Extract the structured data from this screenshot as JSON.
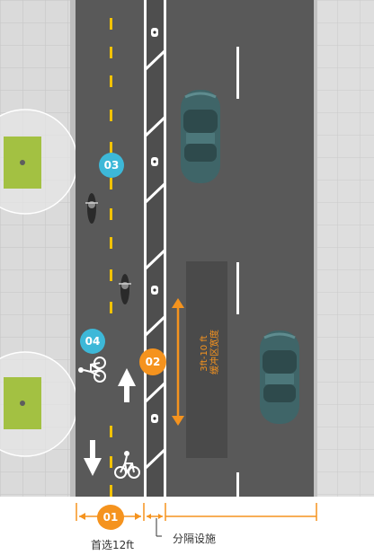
{
  "colors": {
    "sidewalk": "#d9d9d9",
    "sidewalk_lines": "#c6c6c6",
    "asphalt": "#595959",
    "lane_yellow": "#f2c200",
    "white_marking": "#ffffff",
    "buffer_zone": "#4a4a4a",
    "accent_orange": "#f5931e",
    "badge_blue": "#3db8d8",
    "grass": "#a3c142",
    "car_body": "#3d6366"
  },
  "badges": {
    "lane_width": "01",
    "separator": "02",
    "two_way_track": "03",
    "bike_symbol": "04"
  },
  "labels": {
    "lane_width_caption": "首选12ft",
    "separator_caption": "分隔设施",
    "buffer_label": "3ft-10 ft\n缓冲区宽度"
  },
  "icons": {
    "arrow_up": "arrow-up-icon",
    "arrow_down": "arrow-down-icon",
    "bicycle": "bicycle-icon",
    "bollard": "bollard-icon",
    "car": "car-icon",
    "tree": "tree-pit-icon"
  }
}
